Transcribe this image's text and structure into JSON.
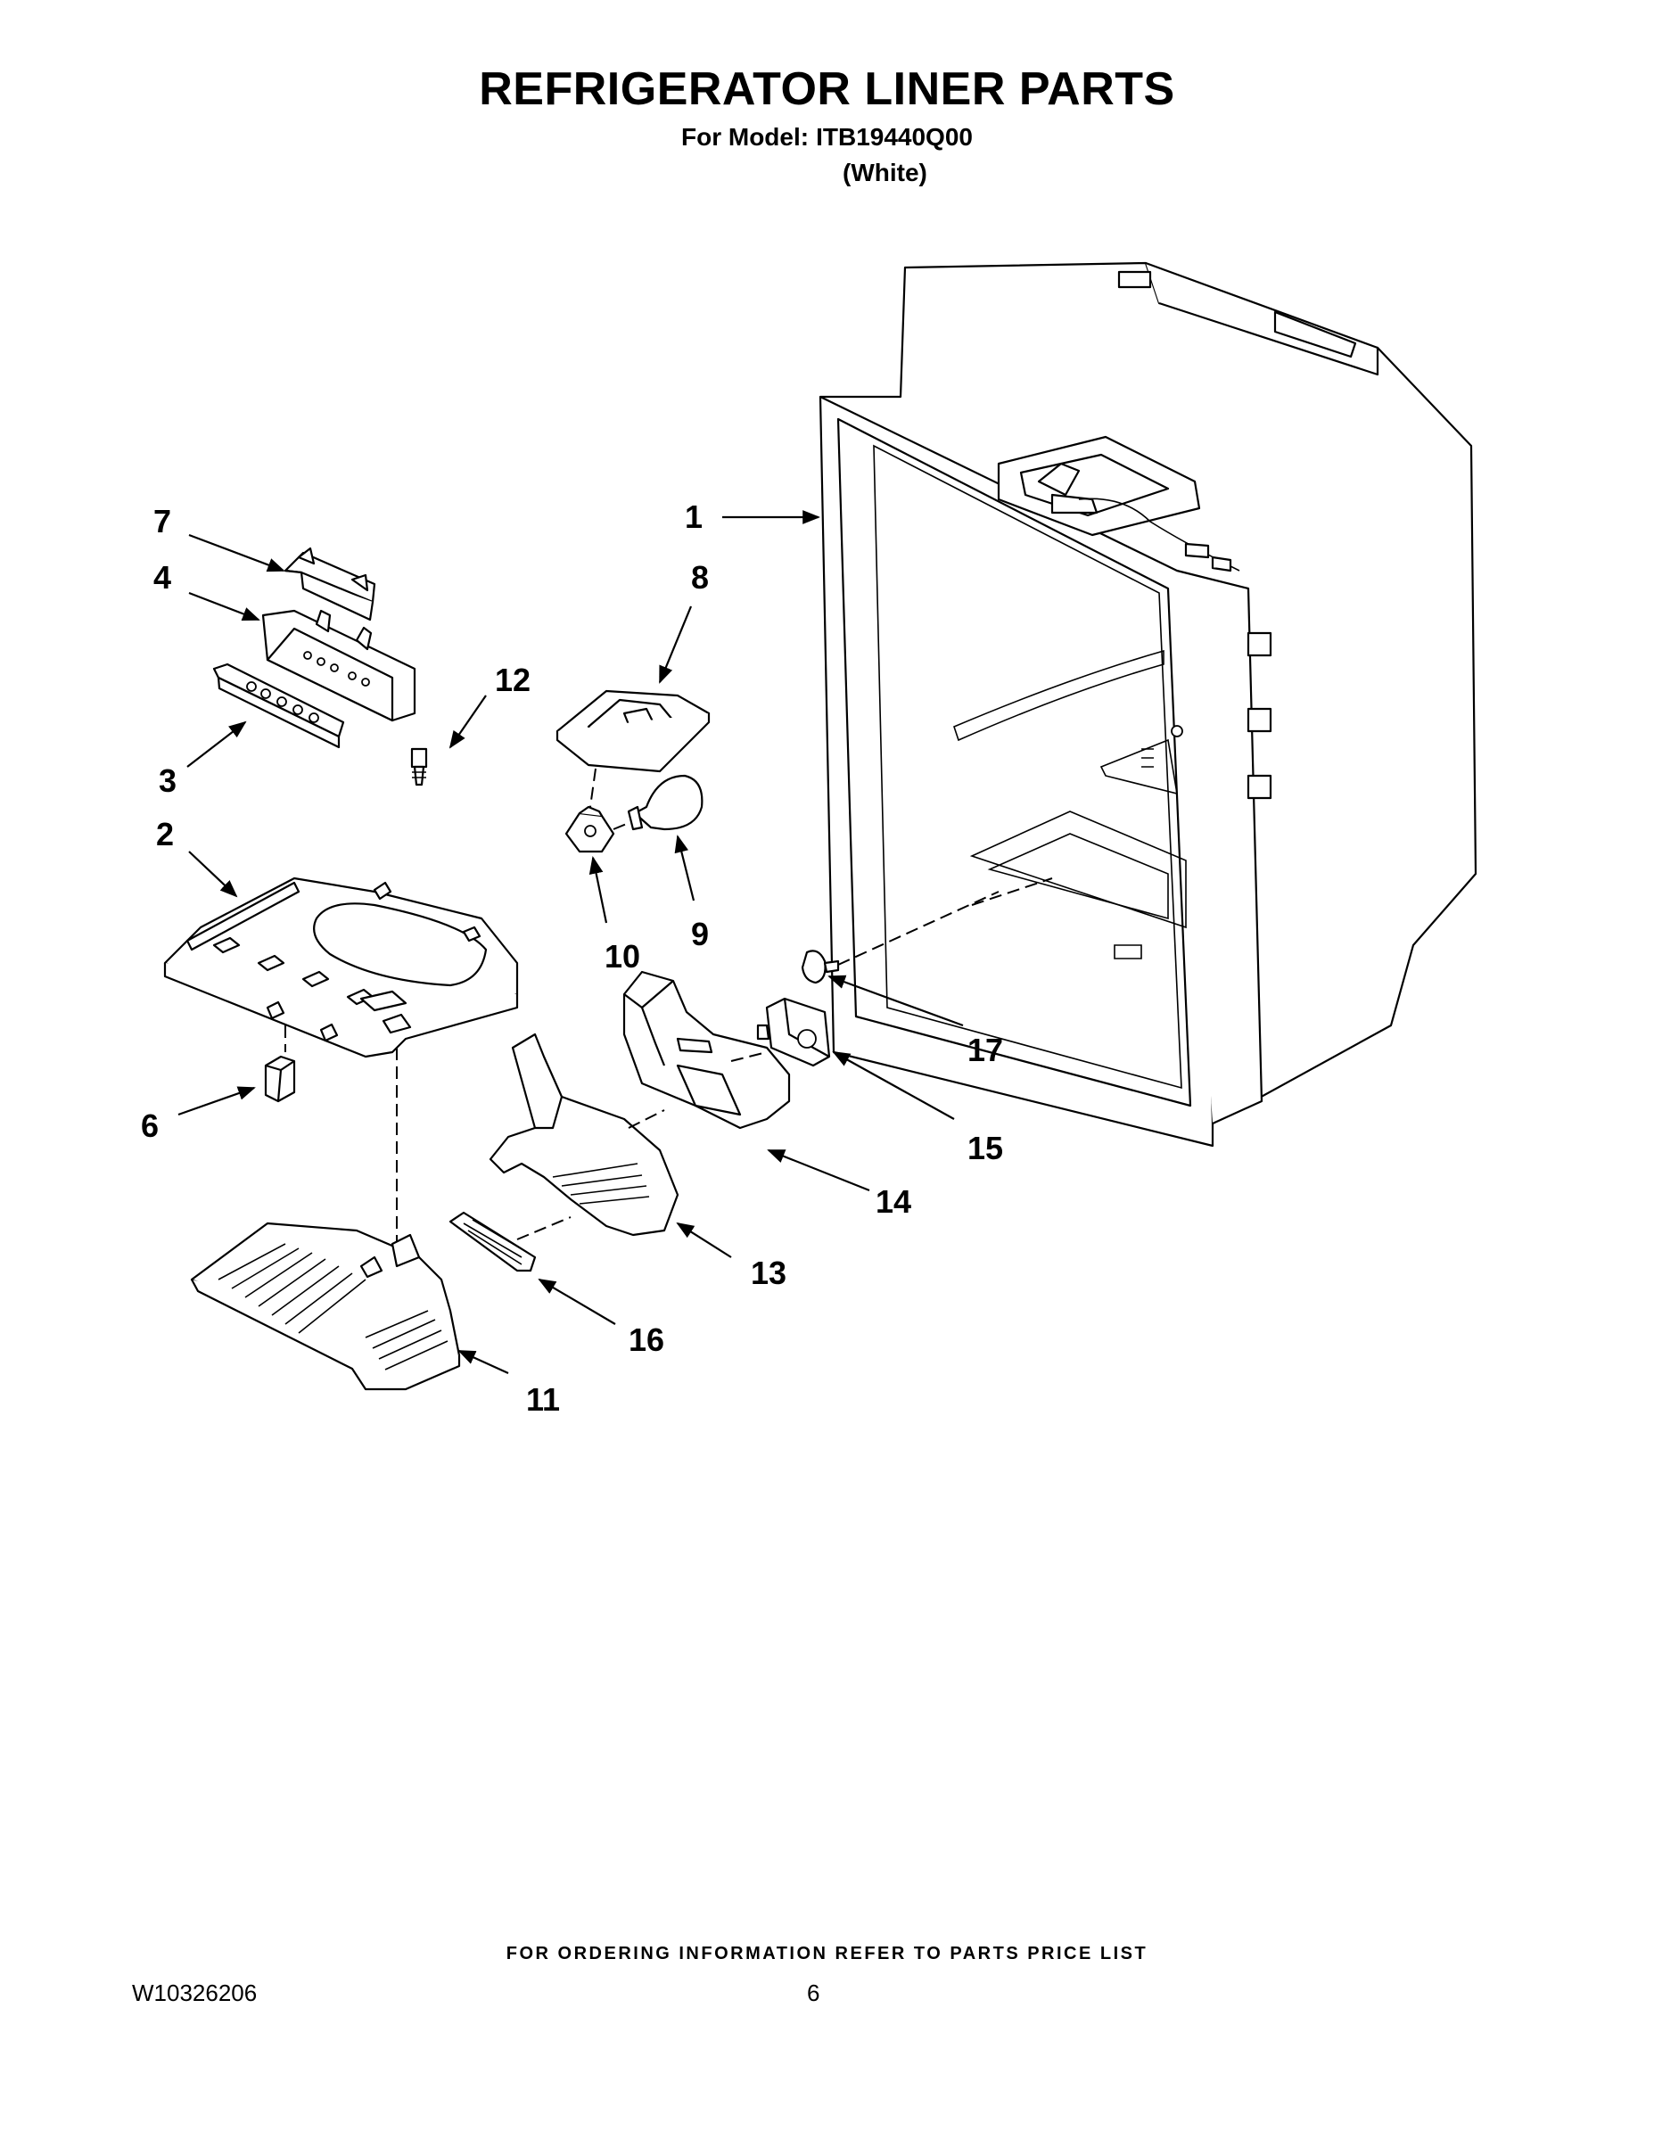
{
  "title": "REFRIGERATOR LINER PARTS",
  "model_label": "For Model:",
  "model_number": "ITB19440Q00",
  "color_note": "(White)",
  "callouts": [
    "1",
    "2",
    "3",
    "4",
    "6",
    "7",
    "8",
    "9",
    "10",
    "11",
    "12",
    "13",
    "14",
    "15",
    "16",
    "17"
  ],
  "footer_note": "FOR ORDERING INFORMATION REFER TO PARTS PRICE LIST",
  "document_number": "W10326206",
  "page_number": "6"
}
